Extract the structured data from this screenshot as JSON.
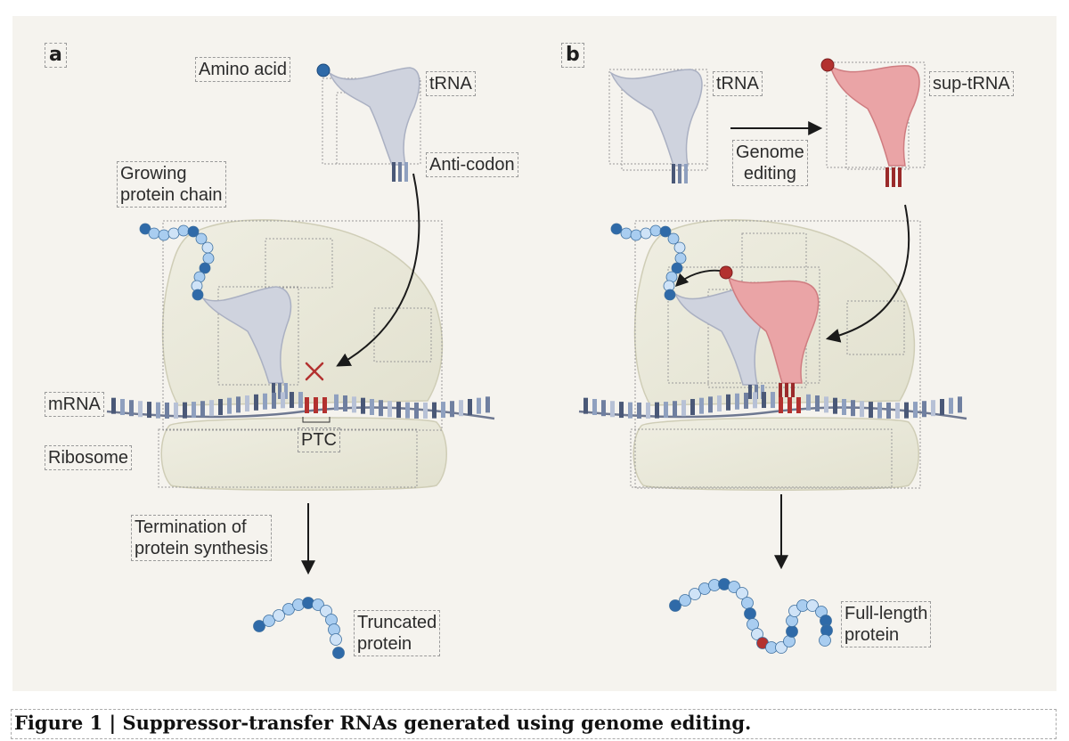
{
  "panels": {
    "a": {
      "letter": "a",
      "amino_acid": "Amino acid",
      "trna": "tRNA",
      "anti_codon": "Anti-codon",
      "growing_chain": "Growing\nprotein chain",
      "mrna": "mRNA",
      "ptc": "PTC",
      "ribosome": "Ribosome",
      "termination": "Termination of\nprotein synthesis",
      "truncated": "Truncated\nprotein"
    },
    "b": {
      "letter": "b",
      "trna": "tRNA",
      "sup_trna": "sup-tRNA",
      "genome_editing": "Genome\nediting",
      "full_length": "Full-length\nprotein"
    }
  },
  "caption": "Figure 1 | Suppressor-transfer RNAs generated using genome editing.",
  "colors": {
    "background": "#f5f3ee",
    "ribosome": "#ebeadb",
    "trna": "#cfd3de",
    "sup_trna": "#eaa4a6",
    "stop_codon": "#b3312f",
    "bead_dark": "#2f6aa8",
    "bead_light": "#a9cdf0"
  }
}
